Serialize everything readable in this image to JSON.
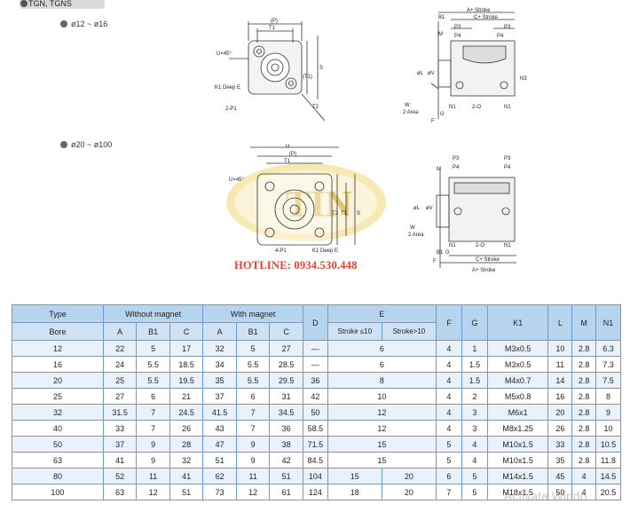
{
  "header": {
    "series": "TGN, TGNS",
    "range_small": "ø12 ~ ø16",
    "range_large": "ø20 ~ ø100"
  },
  "drawing_top_front": {
    "T1": "T1",
    "P": "(P)",
    "U": "U×45°",
    "T1b": "(T1)",
    "S": "S",
    "K1": "K1 Deep E",
    "P1": "2-P1",
    "T2": "T2"
  },
  "drawing_top_side": {
    "A": "A+ Stroke",
    "C": "C+ Stroke",
    "B1": "B1",
    "M": "M",
    "P3a": "P3",
    "P4a": "P4",
    "P3b": "P3",
    "P4b": "P4",
    "L": "øL",
    "V": "øV",
    "N3": "N3",
    "W": "W",
    "area": "2 Area",
    "N1a": "N1",
    "d20": "2-O",
    "N1b": "N1",
    "F": "F",
    "G": "G"
  },
  "drawing_bottom_front": {
    "D": "D",
    "P": "(P)",
    "T1": "T1",
    "U": "U×45°",
    "T2": "T2",
    "T1b": "T1",
    "S": "S",
    "P1": "4-P1",
    "K1": "K1 Deep E"
  },
  "drawing_bottom_side": {
    "P3": "P3",
    "P4": "P4",
    "P3b": "P3",
    "P4b": "P4",
    "M": "M",
    "L": "øL",
    "V": "øV",
    "W": "W",
    "area": "2 Area",
    "N1a": "N1",
    "d20": "2-O",
    "N1b": "N1",
    "B1": "B1",
    "G": "G",
    "F": "F",
    "C": "C+ Stroke",
    "A": "A+ Stroke"
  },
  "logo_text": "TIN",
  "hotline": "HOTLINE: 0934.530.448",
  "table": {
    "h_type": "Type",
    "h_bore": "Bore",
    "h_without": "Without magnet",
    "h_with": "With magnet",
    "h_A": "A",
    "h_B1": "B1",
    "h_C": "C",
    "h_A2": "A",
    "h_B12": "B1",
    "h_C2": "C",
    "h_D": "D",
    "h_E": "E",
    "h_E1": "Stroke ≤10",
    "h_E2": "Stroke>10",
    "h_F": "F",
    "h_G": "G",
    "h_K1": "K1",
    "h_L": "L",
    "h_M": "M",
    "h_N1": "N1",
    "rows": [
      {
        "bore": "12",
        "A": "22",
        "B1": "5",
        "C": "17",
        "A2": "32",
        "B12": "5",
        "C2": "27",
        "D": "—",
        "E": "6",
        "F": "4",
        "G": "1",
        "K1": "M3x0.5",
        "L": "10",
        "M": "2.8",
        "N1": "6.3"
      },
      {
        "bore": "16",
        "A": "24",
        "B1": "5.5",
        "C": "18.5",
        "A2": "34",
        "B12": "5.5",
        "C2": "28.5",
        "D": "—",
        "E": "6",
        "F": "4",
        "G": "1.5",
        "K1": "M3x0.5",
        "L": "11",
        "M": "2.8",
        "N1": "7.3"
      },
      {
        "bore": "20",
        "A": "25",
        "B1": "5.5",
        "C": "19.5",
        "A2": "35",
        "B12": "5.5",
        "C2": "29.5",
        "D": "36",
        "E": "8",
        "F": "4",
        "G": "1.5",
        "K1": "M4x0.7",
        "L": "14",
        "M": "2.8",
        "N1": "7.5"
      },
      {
        "bore": "25",
        "A": "27",
        "B1": "6",
        "C": "21",
        "A2": "37",
        "B12": "6",
        "C2": "31",
        "D": "42",
        "E": "10",
        "F": "4",
        "G": "2",
        "K1": "M5x0.8",
        "L": "16",
        "M": "2.8",
        "N1": "8"
      },
      {
        "bore": "32",
        "A": "31.5",
        "B1": "7",
        "C": "24.5",
        "A2": "41.5",
        "B12": "7",
        "C2": "34.5",
        "D": "50",
        "E": "12",
        "F": "4",
        "G": "3",
        "K1": "M6x1",
        "L": "20",
        "M": "2.8",
        "N1": "9"
      },
      {
        "bore": "40",
        "A": "33",
        "B1": "7",
        "C": "26",
        "A2": "43",
        "B12": "7",
        "C2": "36",
        "D": "58.5",
        "E": "12",
        "F": "4",
        "G": "3",
        "K1": "M8x1.25",
        "L": "26",
        "M": "2.8",
        "N1": "10"
      },
      {
        "bore": "50",
        "A": "37",
        "B1": "9",
        "C": "28",
        "A2": "47",
        "B12": "9",
        "C2": "38",
        "D": "71.5",
        "E": "15",
        "F": "5",
        "G": "4",
        "K1": "M10x1.5",
        "L": "33",
        "M": "2.8",
        "N1": "10.5"
      },
      {
        "bore": "63",
        "A": "41",
        "B1": "9",
        "C": "32",
        "A2": "51",
        "B12": "9",
        "C2": "42",
        "D": "84.5",
        "E": "15",
        "F": "5",
        "G": "4",
        "K1": "M10x1.5",
        "L": "35",
        "M": "2.8",
        "N1": "11.8"
      },
      {
        "bore": "80",
        "A": "52",
        "B1": "11",
        "C": "41",
        "A2": "62",
        "B12": "11",
        "C2": "51",
        "D": "104",
        "E1": "15",
        "E2": "20",
        "F": "6",
        "G": "5",
        "K1": "M14x1.5",
        "L": "45",
        "M": "4",
        "N1": "14.5"
      },
      {
        "bore": "100",
        "A": "63",
        "B1": "12",
        "C": "51",
        "A2": "73",
        "B12": "12",
        "C2": "61",
        "D": "124",
        "E1": "18",
        "E2": "20",
        "F": "7",
        "G": "5",
        "K1": "M18x1.5",
        "L": "50",
        "M": "4",
        "N1": "20.5"
      }
    ]
  },
  "watermark": "Activate Windo"
}
